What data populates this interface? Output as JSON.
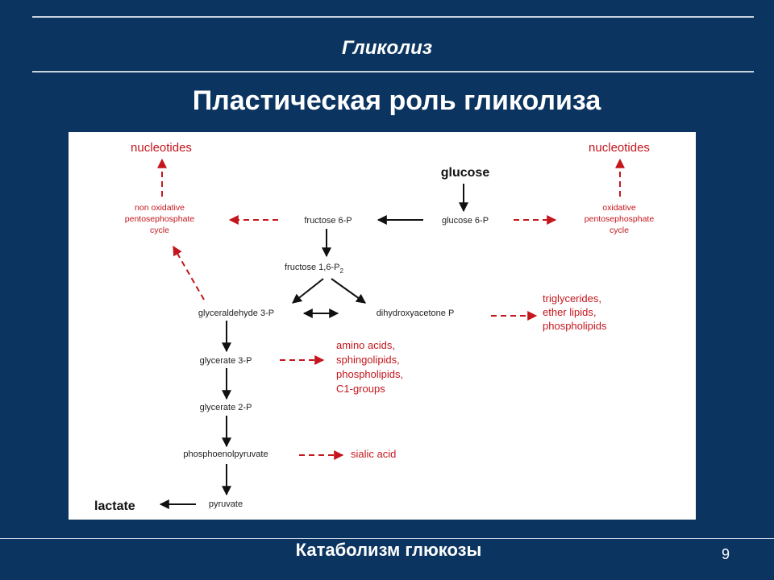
{
  "header": {
    "title": "Гликолиз"
  },
  "slide": {
    "title": "Пластическая роль  гликолиза"
  },
  "footer": {
    "title": "Катаболизм  глюкозы",
    "page": "9"
  },
  "diagram": {
    "glucose": "glucose",
    "glucose6p": "glucose 6-P",
    "fructose6p": "fructose 6-P",
    "fructose16p": "fructose 1,6-P",
    "fructose16p_sub": "2",
    "g3p": "glyceraldehyde 3-P",
    "dhap": "dihydroxyacetone P",
    "glycerate3p": "glycerate 3-P",
    "glycerate2p": "glycerate 2-P",
    "pep": "phosphoenolpyruvate",
    "pyruvate": "pyruvate",
    "lactate": "lactate",
    "nucleotides_left": "nucleotides",
    "nucleotides_right": "nucleotides",
    "nonox_cycle": [
      "non oxidative",
      "pentosephosphate",
      "cycle"
    ],
    "ox_cycle": [
      "oxidative",
      "pentosephosphate",
      "cycle"
    ],
    "lipids": [
      "triglycerides,",
      "ether lipids,",
      "phospholipids"
    ],
    "amino": [
      "amino acids,",
      "sphingolipids,",
      "phospholipids,",
      "C1-groups"
    ],
    "sialic": "sialic acid"
  },
  "colors": {
    "background": "#0b3460",
    "accent_red": "#c4161c"
  }
}
